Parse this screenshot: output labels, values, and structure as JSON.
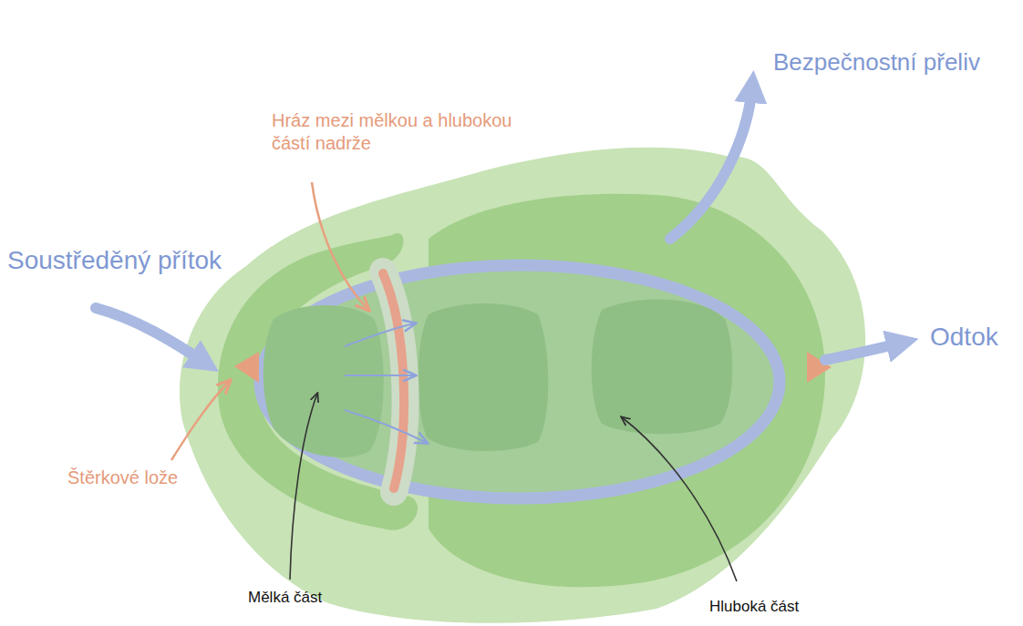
{
  "diagram": {
    "labels": [
      "Bezpečnostní přeliv",
      "Hráz mezi mělkou a hlubokou částí nadrže",
      "Soustředěný přítok",
      "Odtok",
      "Štěrkové lože",
      "Mělká část",
      "Hluboká část"
    ]
  }
}
